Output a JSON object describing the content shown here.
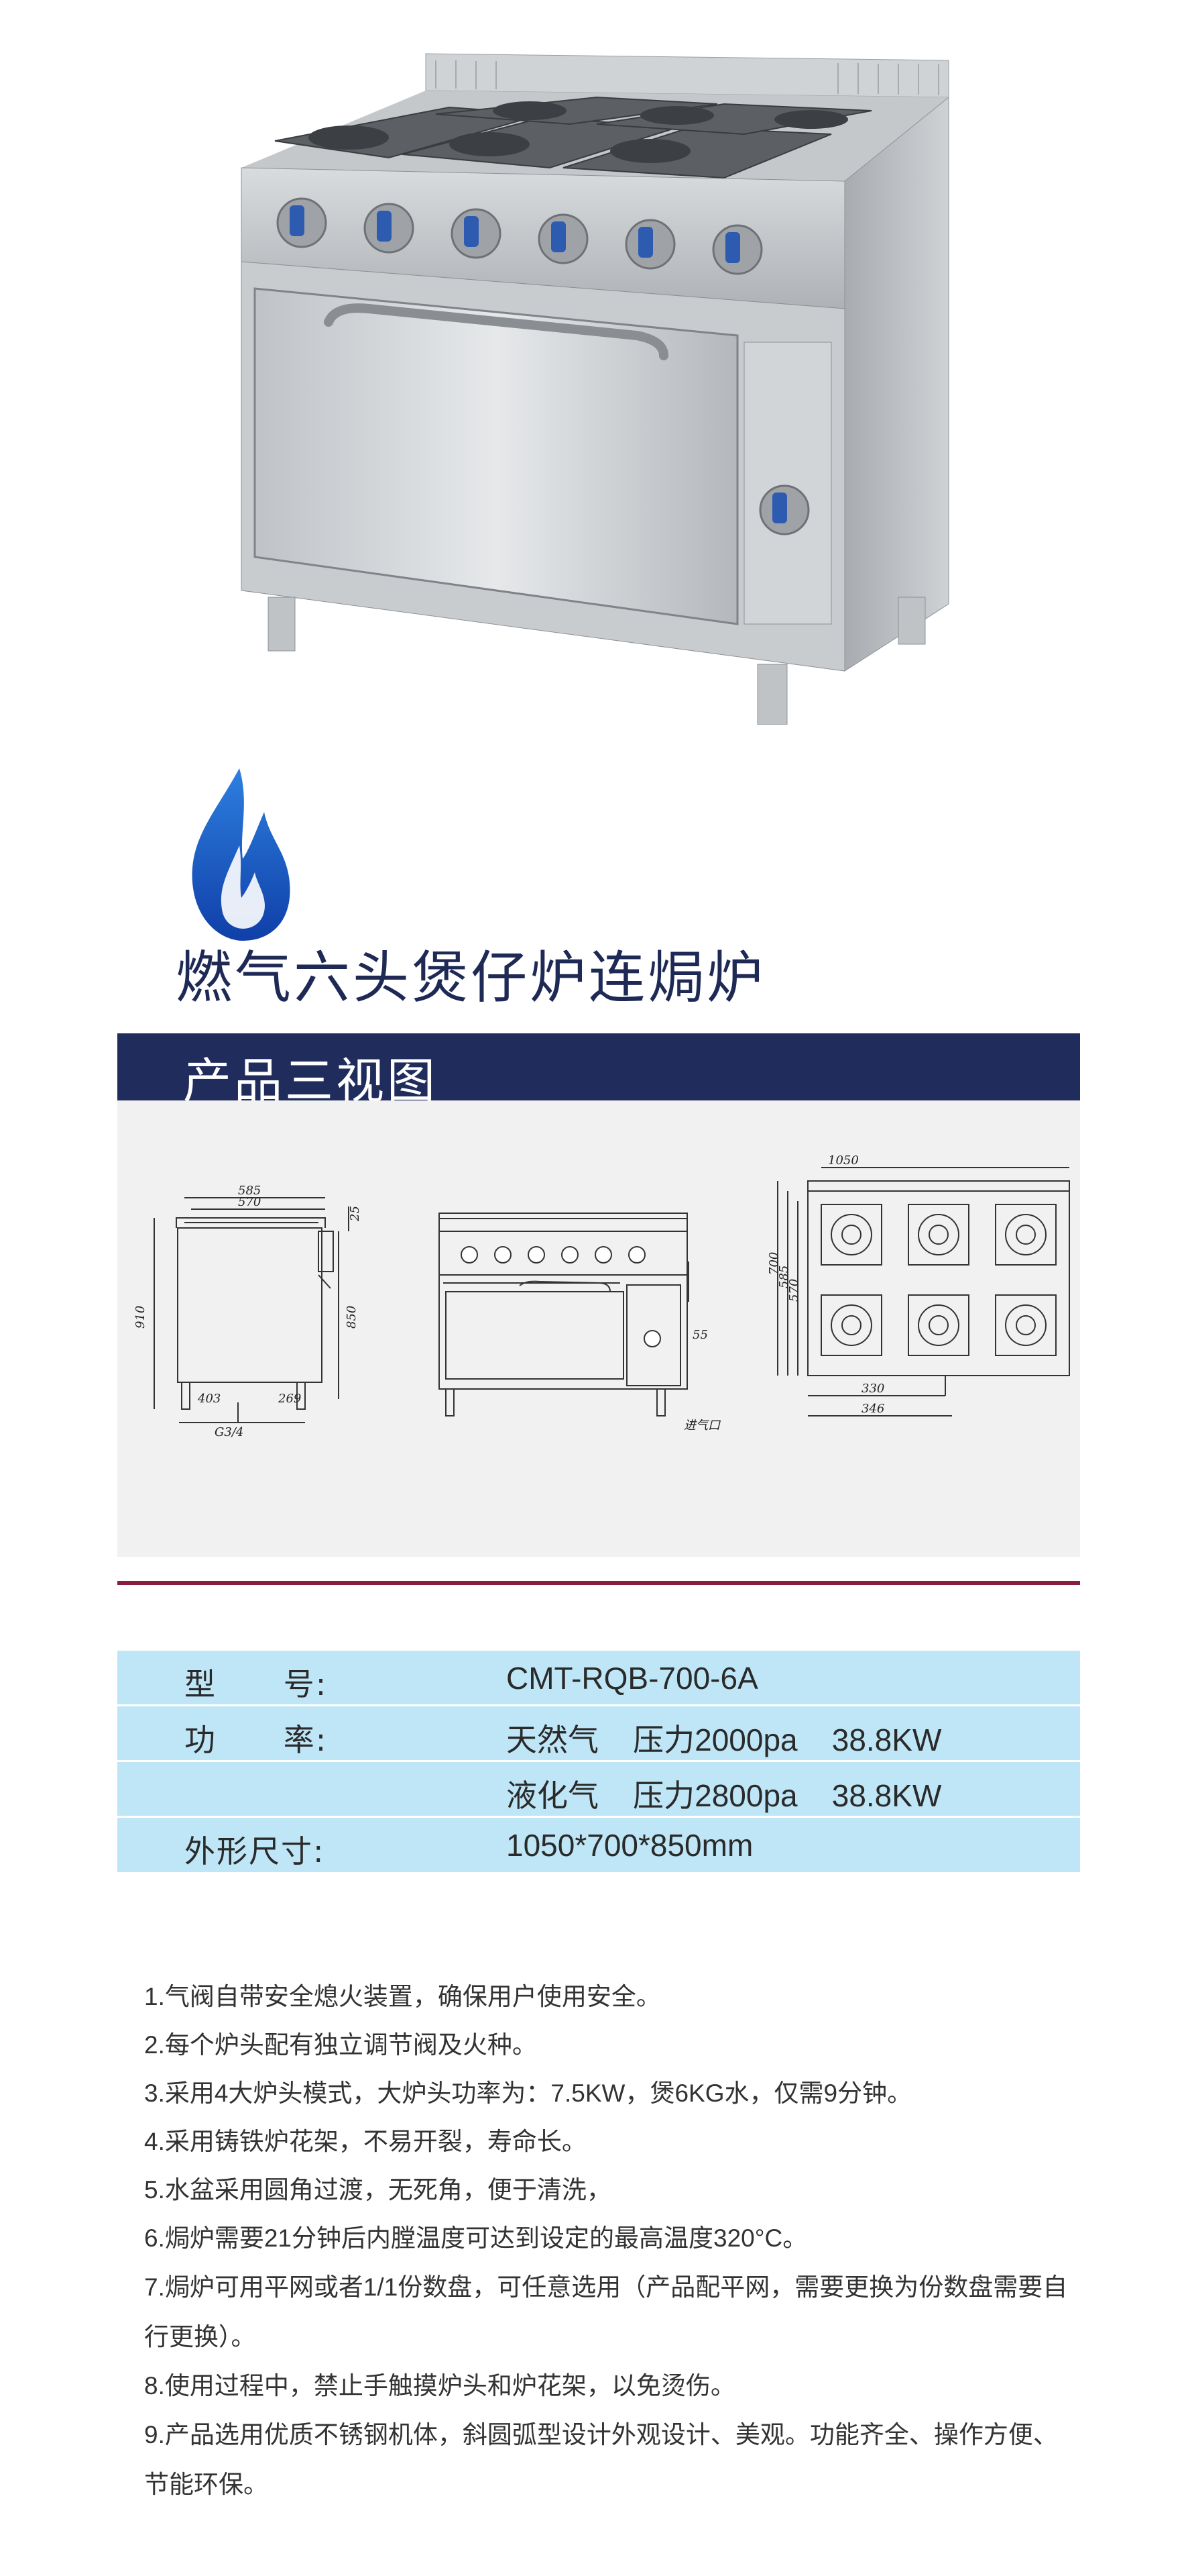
{
  "product": {
    "title": "燃气六头煲仔炉连焗炉"
  },
  "section": {
    "title": "产品三视图"
  },
  "drawing": {
    "side": {
      "top_width_outer": "585",
      "top_width_inner": "570",
      "height_total": "910",
      "height_body": "850",
      "back_rise": "25",
      "depth_left": "403",
      "depth_right": "269",
      "gas_fitting": "G3/4"
    },
    "front": {
      "offset": "55",
      "gas_inlet": "进气口"
    },
    "top": {
      "width": "1050",
      "depth_total": "700",
      "depth_a": "585",
      "depth_b": "570",
      "base_a": "330",
      "base_b": "346"
    }
  },
  "specs": {
    "model_label": "型      号:",
    "model_value": "CMT-RQB-700-6A",
    "power_label": "功      率:",
    "power_ng": "天然气    压力2000pa    38.8KW",
    "power_lpg": "液化气    压力2800pa    38.8KW",
    "size_label": "外形尺寸:",
    "size_value": "1050*700*850mm"
  },
  "features": [
    "1.气阀自带安全熄火装置，确保用户使用安全。",
    "2.每个炉头配有独立调节阀及火种。",
    "3.采用4大炉头模式，大炉头功率为：7.5KW，煲6KG水，仅需9分钟。",
    "4.采用铸铁炉花架，不易开裂，寿命长。",
    "5.水盆采用圆角过渡，无死角，便于清洗，",
    "6.焗炉需要21分钟后内膛温度可达到设定的最高温度320°C。",
    "7.焗炉可用平网或者1/1份数盘，可任意选用（产品配平网，需要更换为份数盘需要自行更换）。",
    "8.使用过程中，禁止手触摸炉头和炉花架，以免烫伤。",
    "9.产品选用优质不锈钢机体，斜圆弧型设计外观设计、美观。功能齐全、操作方便、节能环保。"
  ],
  "colors": {
    "navy": "#1f2c5c",
    "light_blue": "#bfe6f7",
    "divider": "#8a1f3d",
    "knob_blue": "#2c5bb0"
  }
}
